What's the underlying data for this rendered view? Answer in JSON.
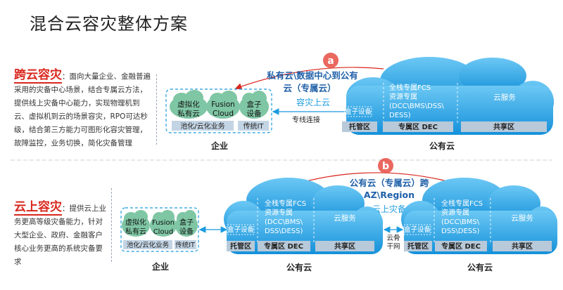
{
  "title": "混合云容灾整体方案",
  "section_a": {
    "heading": "跨云容灾",
    "text": "：面向大量企业、金融普遍采用的灾备中心场景，结合专属云方法，提供线上灾备中心能力，实现物理机到云、虚拟机到云的场景容灾，RPO可达秒级，结合第三方能力可图形化容灾管理，故障监控，业务切换，简化灾备管理",
    "badge": "a",
    "arrow_label": "私有云\\数据中心到公有云（专属云）",
    "arrow_label_line1": "私有云\\数据中心到公有",
    "arrow_label_line2": "云（专属云）",
    "sub_label": "容灾上云",
    "link_label": "专线连接",
    "enterprise": {
      "clouds": [
        "虚拟化私有云",
        "Fusion Cloud",
        "盒子设备"
      ],
      "cloud_lines": [
        [
          "虚拟化",
          "私有云"
        ],
        [
          "Fusion",
          "Cloud"
        ],
        [
          "盒子",
          "设备"
        ]
      ],
      "bars": [
        "池化/云化业务",
        "传统IT"
      ],
      "label": "企业"
    },
    "public_cloud": {
      "box": "盒子设备",
      "stack": "全栈专属FCS资源专属(DCC\\BMS\\DSS\\DESS)",
      "stack_lines": [
        "全栈专属FCS",
        "资源专属",
        "(DCC\\BMS\\DSS\\",
        "DESS)"
      ],
      "service": "云服务",
      "zones": [
        "托管区",
        "专属区 DEC",
        "共享区"
      ],
      "label": "公有云"
    }
  },
  "section_b": {
    "heading": "云上容灾",
    "text": "：提供云上业务更高等级灾备能力，针对大型企业、政府、金融客户核心业务更高的系统灾备要求",
    "badge": "b",
    "arrow_label": "公有云（专属云）跨AZ\\Region",
    "arrow_label_line1": "公有云（专属云）跨",
    "arrow_label_line2": "AZ\\Region",
    "sub_label": "云上灾备",
    "backbone_label": "云骨干网",
    "backbone_lines": [
      "云骨",
      "干网"
    ],
    "enterprise": {
      "clouds": [
        "虚拟化私有云",
        "Fusion Cloud",
        "盒子设备"
      ],
      "cloud_lines": [
        [
          "虚拟化",
          "私有云"
        ],
        [
          "Fusion",
          "Cloud"
        ],
        [
          "盒子",
          "设备"
        ]
      ],
      "bars": [
        "池化/云化业务",
        "传统IT"
      ],
      "label": "企业"
    },
    "public_cloud_1": {
      "box": "盒子设备",
      "stack": "全栈专属FCS资源专属(DCC\\BMS\\DSS\\DESS)",
      "stack_lines": [
        "全栈专属FCS",
        "资源专属",
        "(DCC\\BMS\\",
        "DSS\\DESS)"
      ],
      "service": "云服务",
      "zones": [
        "托管区",
        "专属区 DEC",
        "共享区"
      ],
      "label": "公有云"
    },
    "public_cloud_2": {
      "box": "盒子设备",
      "stack": "全栈专属FCS资源专属(DCC\\BMS\\DSS\\DESS)",
      "stack_lines": [
        "全栈专属FCS",
        "资源专属",
        "(DCC\\BMS\\",
        "DSS\\DESS)"
      ],
      "service": "云服务",
      "zones": [
        "托管区",
        "专属区 DEC",
        "共享区"
      ],
      "label": "公有云"
    }
  },
  "colors": {
    "accent_red": "#d9261c",
    "cloud_blue": "#1a9be0",
    "cloud_blue_light": "#5cc0f2",
    "green_cloud": "#7fc6a4",
    "zone_bar": "#b8c9d9",
    "label_blue": "#1f6fb5",
    "link_teal": "#1a9be0"
  }
}
